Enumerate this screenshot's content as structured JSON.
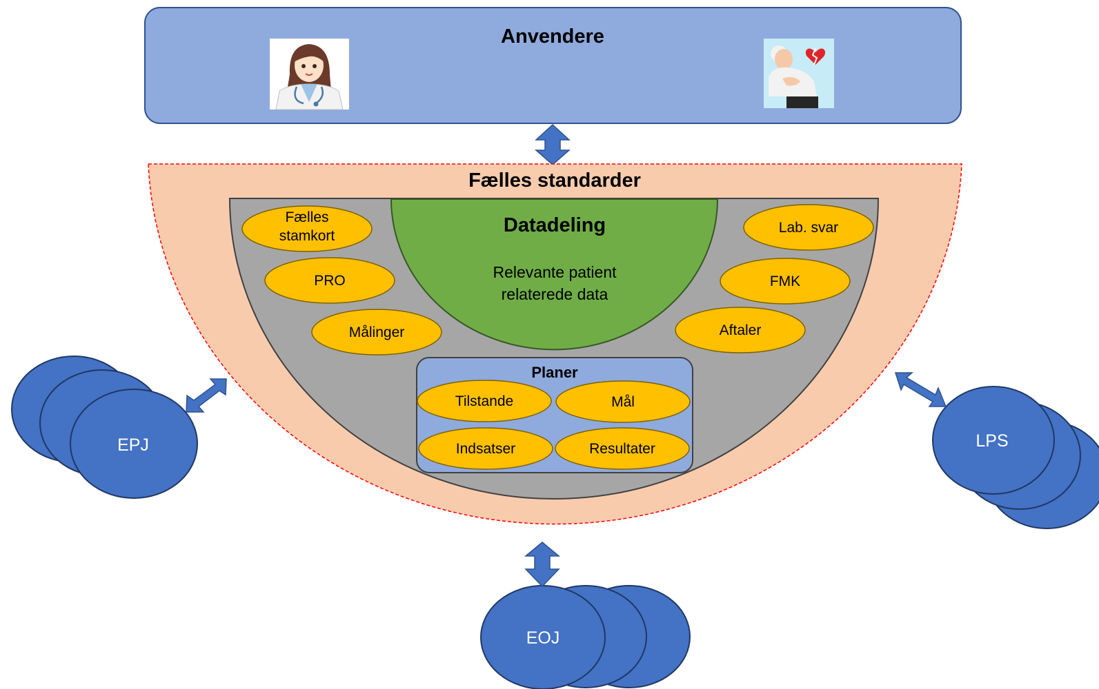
{
  "users": {
    "title": "Anvendere",
    "doctor_icon": "doctor-avatar-icon",
    "patient_icon": "patient-heartache-icon"
  },
  "standards": {
    "title": "Fælles standarder"
  },
  "datadeling": {
    "title": "Datadeling",
    "subtitle_line1": "Relevante patient",
    "subtitle_line2": "relaterede data"
  },
  "left_items": [
    {
      "line1": "Fælles",
      "line2": "stamkort"
    },
    {
      "line1": "PRO",
      "line2": ""
    },
    {
      "line1": "Målinger",
      "line2": ""
    }
  ],
  "right_items": [
    {
      "line1": "Lab. svar"
    },
    {
      "line1": "FMK"
    },
    {
      "line1": "Aftaler"
    }
  ],
  "planer": {
    "title": "Planer",
    "items": [
      "Tilstande",
      "Mål",
      "Indsatser",
      "Resultater"
    ]
  },
  "systems": {
    "epj": "EPJ",
    "lps": "LPS",
    "eoj": "EOJ"
  },
  "colors": {
    "users_box": "#8faadc",
    "standards_fill": "#f8cbad",
    "standards_border": "#ff0000",
    "gray_bowl": "#a6a6a6",
    "green": "#70ad47",
    "yellow": "#ffc000",
    "blue_system": "#4472c4",
    "planer_box": "#8faadc"
  }
}
